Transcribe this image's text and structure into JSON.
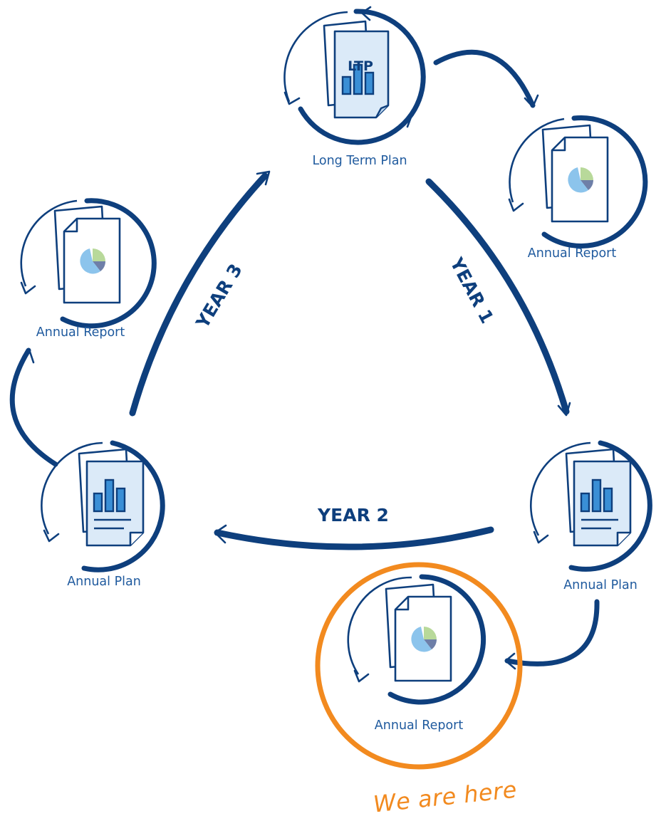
{
  "nodes": {
    "long_term_plan": {
      "label": "Long Term Plan",
      "doc_text": "LTP"
    },
    "annual_report_top_right": {
      "label": "Annual Report"
    },
    "annual_report_left": {
      "label": "Annual Report"
    },
    "annual_plan_right": {
      "label": "Annual Plan"
    },
    "annual_plan_left": {
      "label": "Annual Plan"
    },
    "annual_report_current": {
      "label": "Annual Report"
    }
  },
  "years": {
    "year1": "YEAR 1",
    "year2": "YEAR 2",
    "year3": "YEAR 3"
  },
  "marker": {
    "text": "We are here"
  },
  "colors": {
    "navy": "#0e3f7d",
    "blue_text": "#1f5a9e",
    "doc_fill": "#dbeaf8",
    "doc_outline": "#0e3f7d",
    "chart_blue": "#3a8fd6",
    "pie_green": "#b8d99a",
    "pie_blue": "#8cc4ec",
    "pie_slate": "#6e7fa8",
    "highlight_orange": "#f28a1f"
  }
}
